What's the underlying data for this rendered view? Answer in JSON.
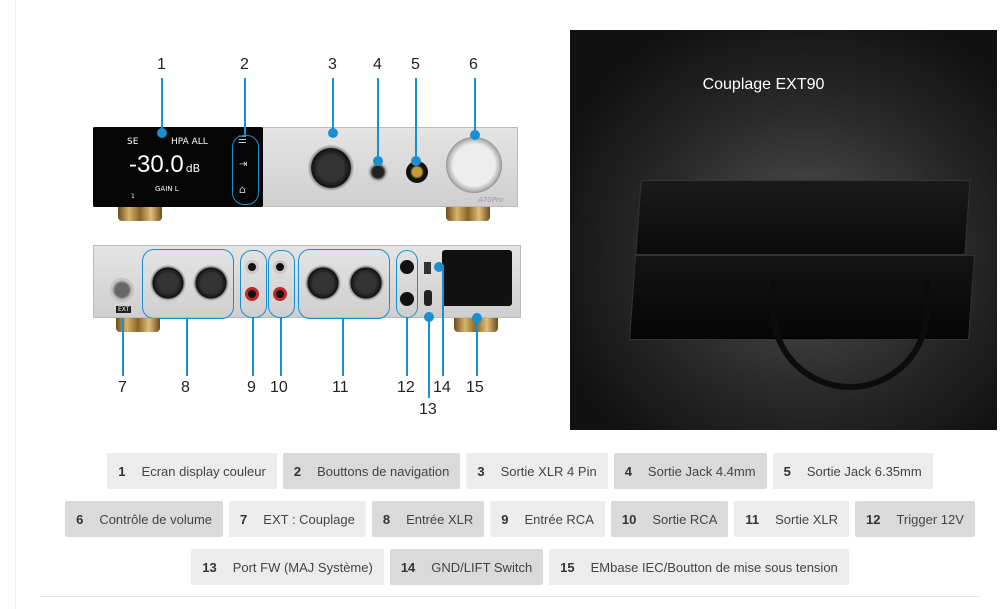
{
  "diagram": {
    "screen": {
      "mode": "SE",
      "input": "HPA ALL",
      "volume": "-30.0",
      "unit": "dB",
      "gain": "GAIN L",
      "index": "1"
    },
    "brand": "A70Pro",
    "ext_label": "EXT",
    "callouts": [
      "1",
      "2",
      "3",
      "4",
      "5",
      "6",
      "7",
      "8",
      "9",
      "10",
      "11",
      "12",
      "13",
      "14",
      "15"
    ]
  },
  "photo": {
    "title": "Couplage EXT90"
  },
  "legend": [
    {
      "num": "1",
      "label": "Ecran display couleur"
    },
    {
      "num": "2",
      "label": "Bouttons de navigation"
    },
    {
      "num": "3",
      "label": "Sortie XLR 4 Pin"
    },
    {
      "num": "4",
      "label": "Sortie Jack 4.4mm"
    },
    {
      "num": "5",
      "label": "Sortie Jack 6.35mm"
    },
    {
      "num": "6",
      "label": "Contrôle de volume"
    },
    {
      "num": "7",
      "label": "EXT : Couplage"
    },
    {
      "num": "8",
      "label": "Entrée XLR"
    },
    {
      "num": "9",
      "label": "Entrée RCA"
    },
    {
      "num": "10",
      "label": "Sortie RCA"
    },
    {
      "num": "11",
      "label": "Sortie XLR"
    },
    {
      "num": "12",
      "label": "Trigger 12V"
    },
    {
      "num": "13",
      "label": "Port FW (MAJ Système)"
    },
    {
      "num": "14",
      "label": "GND/LIFT Switch"
    },
    {
      "num": "15",
      "label": "EMbase IEC/Boutton de mise sous tension"
    }
  ]
}
